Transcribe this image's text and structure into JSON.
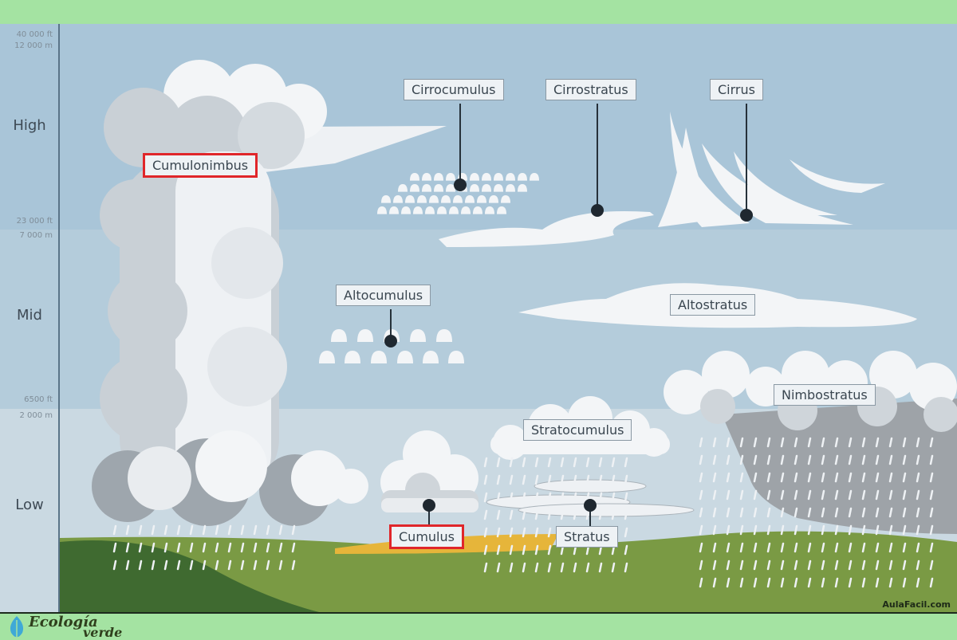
{
  "levels": {
    "high": "High",
    "mid": "Mid",
    "low": "Low"
  },
  "altitudes": {
    "top_ft": "40 000 ft",
    "top_m": "12 000 m",
    "high_mid_ft": "23 000 ft",
    "high_mid_m": "7 000 m",
    "mid_low_ft": "6500 ft",
    "mid_low_m": "2 000 m"
  },
  "clouds": {
    "cumulonimbus": "Cumulonimbus",
    "cirrocumulus": "Cirrocumulus",
    "cirrostratus": "Cirrostratus",
    "cirrus": "Cirrus",
    "altocumulus": "Altocumulus",
    "altostratus": "Altostratus",
    "nimbostratus": "Nimbostratus",
    "stratocumulus": "Stratocumulus",
    "cumulus": "Cumulus",
    "stratus": "Stratus"
  },
  "credit": "AulaFacil.com",
  "brand": {
    "line1": "Ecología",
    "line2": "verde"
  },
  "colors": {
    "highlight": "#e0262a",
    "band": "#a4e3a2"
  }
}
